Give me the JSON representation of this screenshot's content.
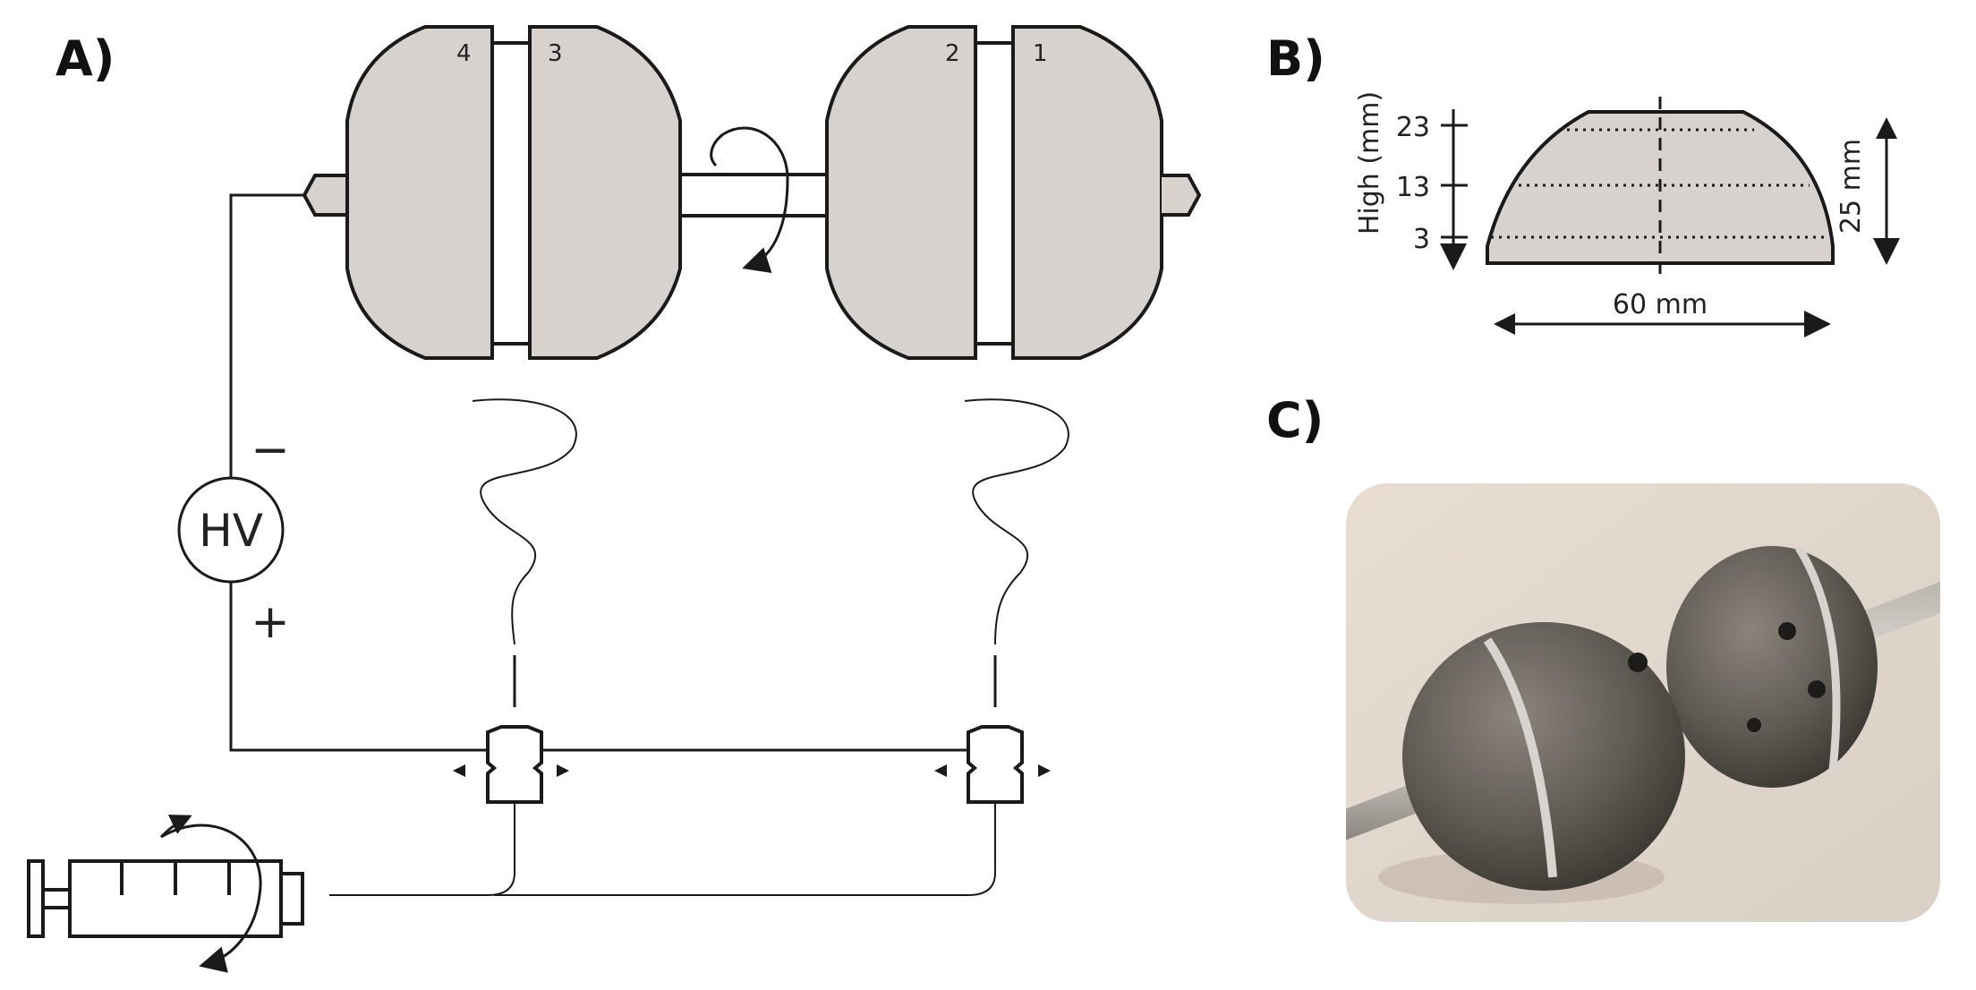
{
  "panels": {
    "a": {
      "label": "A)"
    },
    "b": {
      "label": "B)"
    },
    "c": {
      "label": "C)"
    }
  },
  "segments": [
    "4",
    "3",
    "2",
    "1"
  ],
  "power_supply": {
    "label": "HV",
    "negative": "−",
    "positive": "+"
  },
  "profile": {
    "axis_label": "High (mm)",
    "ticks": [
      "23",
      "13",
      "3"
    ],
    "height_label": "25 mm",
    "width_label": "60 mm"
  }
}
